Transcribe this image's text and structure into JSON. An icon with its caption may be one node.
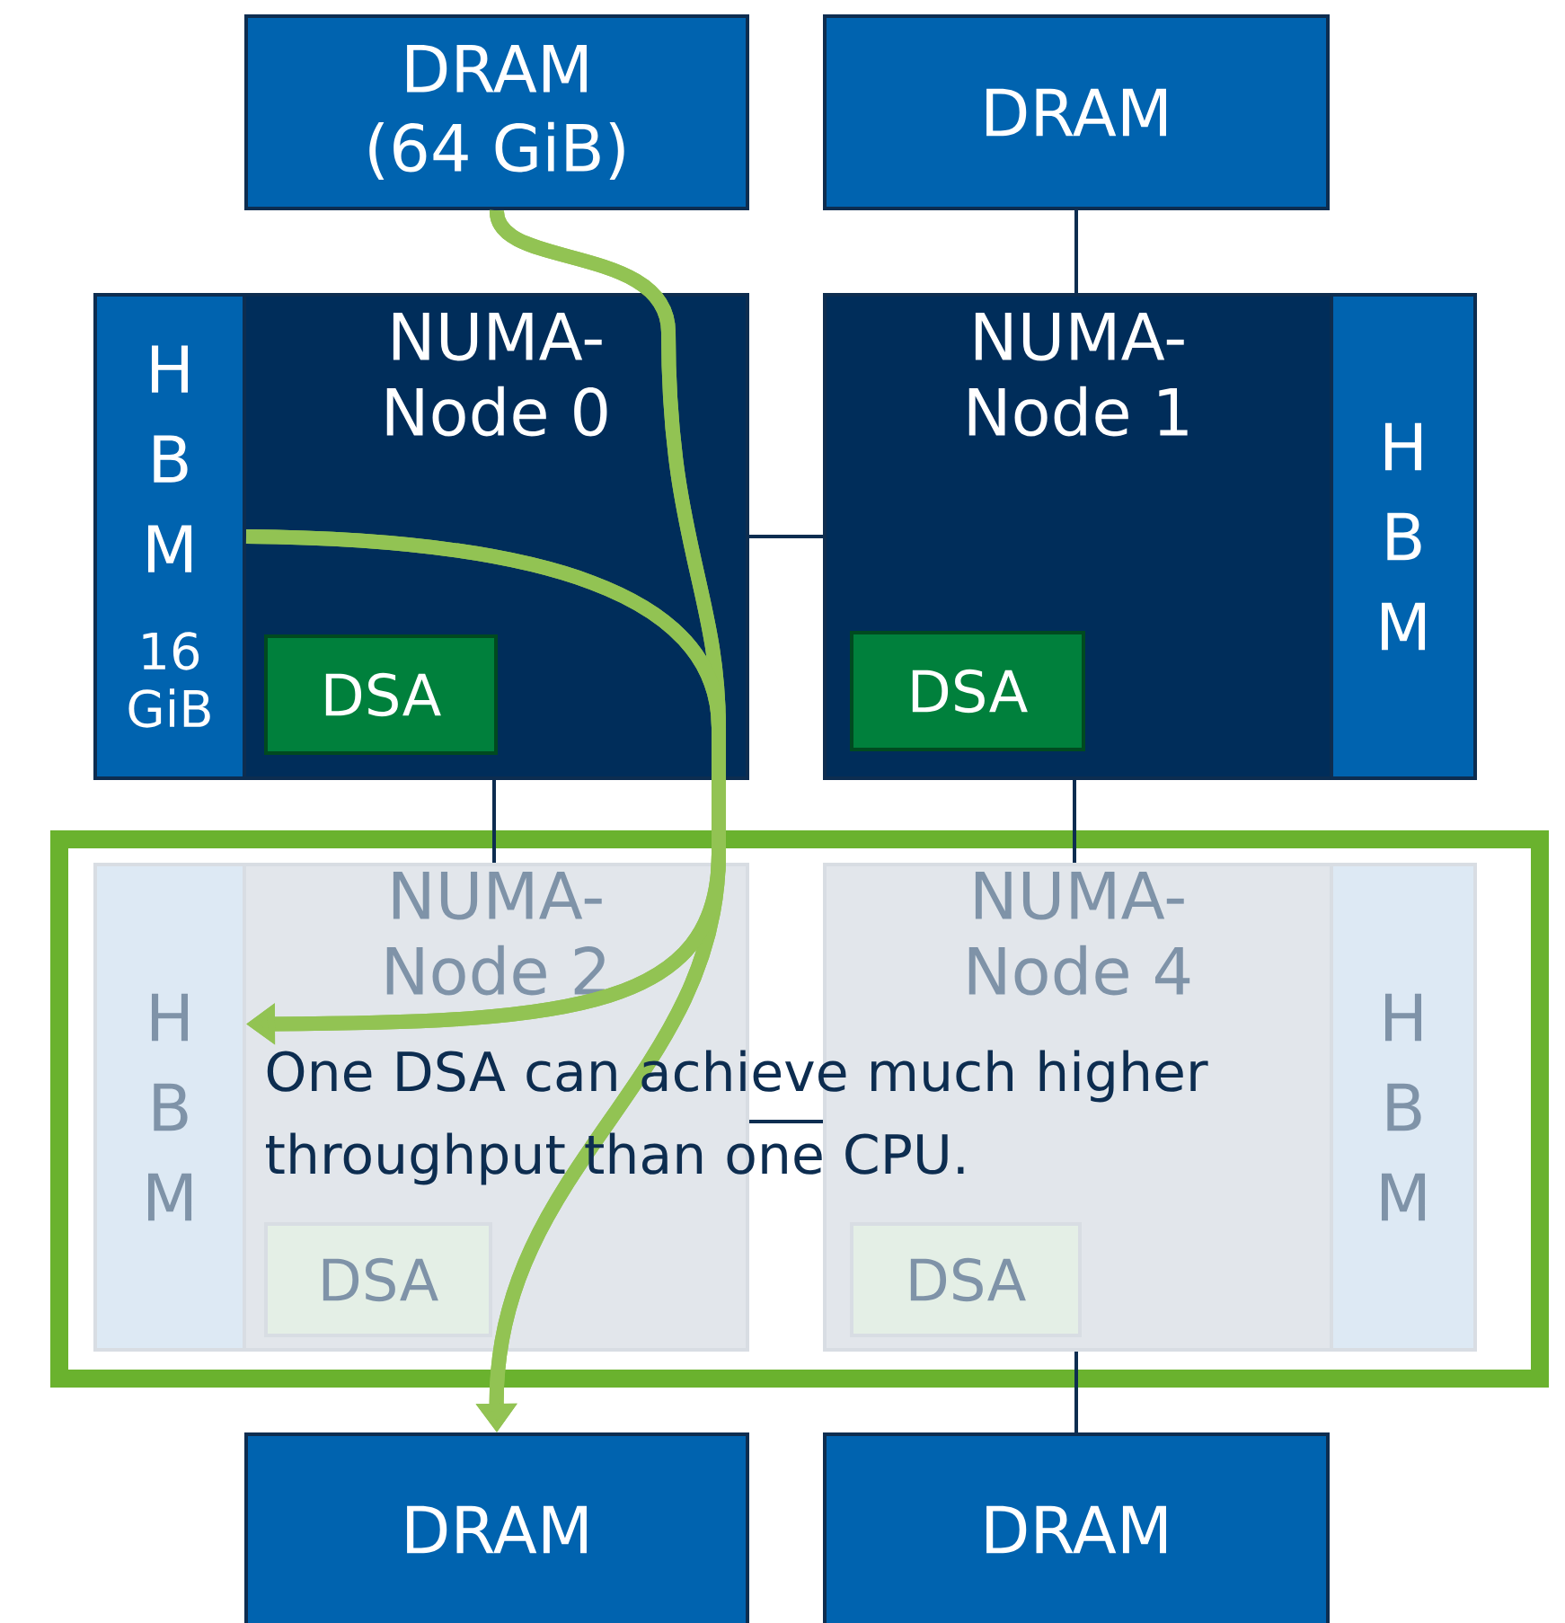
{
  "diagram": {
    "nodes": [
      {
        "text": [
          "DRAM (64 GiB)"
        ]
      },
      {
        "text": [
          "DRAM"
        ]
      },
      {
        "text": [
          "NUMA- Node 0"
        ]
      },
      {
        "text": [
          "H B M",
          "16 GiB"
        ],
        "in": 2
      },
      {
        "text": [
          "DSA"
        ],
        "in": 2
      },
      {
        "text": [
          "NUMA- Node 1"
        ]
      },
      {
        "text": [
          "H B M"
        ],
        "in": 5
      },
      {
        "text": [
          "DSA"
        ],
        "in": 5
      },
      {
        "text": [
          "NUMA- Node 2"
        ]
      },
      {
        "text": [
          "H B M"
        ],
        "in": 8
      },
      {
        "text": [
          "DSA"
        ],
        "in": 8
      },
      {
        "text": [
          "NUMA- Node 4"
        ]
      },
      {
        "text": [
          "H B M"
        ],
        "in": 11
      },
      {
        "text": [
          "DSA"
        ],
        "in": 11
      },
      {
        "text": [
          "DRAM"
        ]
      },
      {
        "text": [
          "DRAM"
        ]
      }
    ],
    "edges": [
      {
        "from": 1,
        "to": 5,
        "arrow": "none"
      },
      {
        "from": 2,
        "to": 5,
        "arrow": "none"
      },
      {
        "from": 2,
        "to": 8,
        "arrow": "none"
      },
      {
        "from": 5,
        "to": 11,
        "arrow": "none"
      },
      {
        "from": 8,
        "to": 11,
        "arrow": "none"
      },
      {
        "from": 11,
        "to": 15,
        "arrow": "none"
      },
      {
        "from": 0,
        "to": 14,
        "arrow": "to",
        "style": "thick",
        "color": "#92c353"
      },
      {
        "from": 0,
        "to": 9,
        "arrow": "to",
        "style": "thick",
        "color": "#92c353"
      },
      {
        "from": 3,
        "to": 14,
        "arrow": "to",
        "style": "thick",
        "color": "#92c353"
      },
      {
        "from": 3,
        "to": 9,
        "arrow": "to",
        "style": "thick",
        "color": "#92c353"
      }
    ],
    "labels": [
      "One DSA can achieve much higher throughput than one CPU."
    ]
  }
}
